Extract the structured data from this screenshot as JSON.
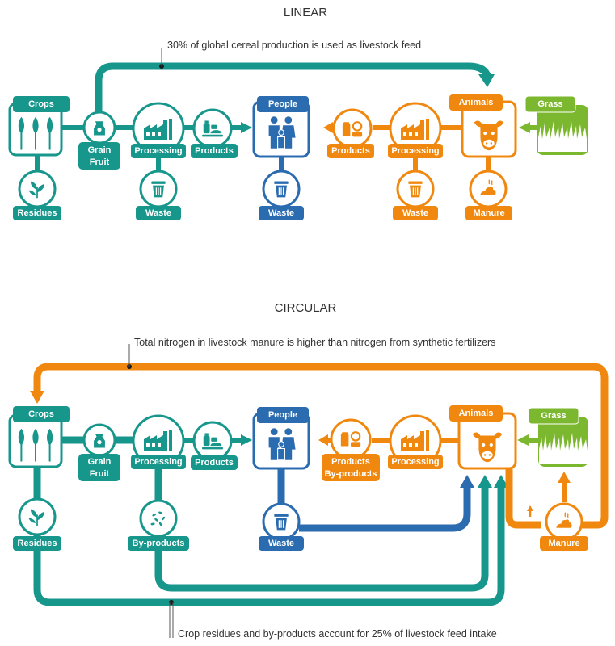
{
  "colors": {
    "teal": "#17968c",
    "blue": "#2b6cb0",
    "orange": "#f0880f",
    "green": "#7cb82f",
    "white": "#ffffff",
    "text": "#333333"
  },
  "linear": {
    "title": "LINEAR",
    "note": "30% of global cereal production is used as livestock feed",
    "crops": "Crops",
    "grain": "Grain",
    "fruit": "Fruit",
    "residues": "Residues",
    "processing_teal": "Processing",
    "products_teal": "Products",
    "waste_teal": "Waste",
    "people": "People",
    "waste_blue": "Waste",
    "products_orange": "Products",
    "processing_orange": "Processing",
    "waste_orange": "Waste",
    "animals": "Animals",
    "manure": "Manure",
    "grass": "Grass"
  },
  "circular": {
    "title": "CIRCULAR",
    "note_top": "Total nitrogen in livestock manure is higher than nitrogen from synthetic fertilizers",
    "note_bottom": "Crop residues and by-products account for 25% of livestock feed intake",
    "crops": "Crops",
    "grain": "Grain",
    "fruit": "Fruit",
    "residues": "Residues",
    "processing_teal": "Processing",
    "products_teal": "Products",
    "byproducts_teal": "By-products",
    "people": "People",
    "waste": "Waste",
    "products_orange": "Products",
    "byproducts_orange": "By-products",
    "processing_orange": "Processing",
    "animals": "Animals",
    "manure": "Manure",
    "grass": "Grass"
  },
  "icons": [
    "crop-icon",
    "residue-plant-icon",
    "grain-sack-icon",
    "factory-icon",
    "products-icon",
    "family-icon",
    "trash-bin-icon",
    "milk-products-icon",
    "cow-icon",
    "manure-icon",
    "grass-icon",
    "byproducts-icon"
  ]
}
